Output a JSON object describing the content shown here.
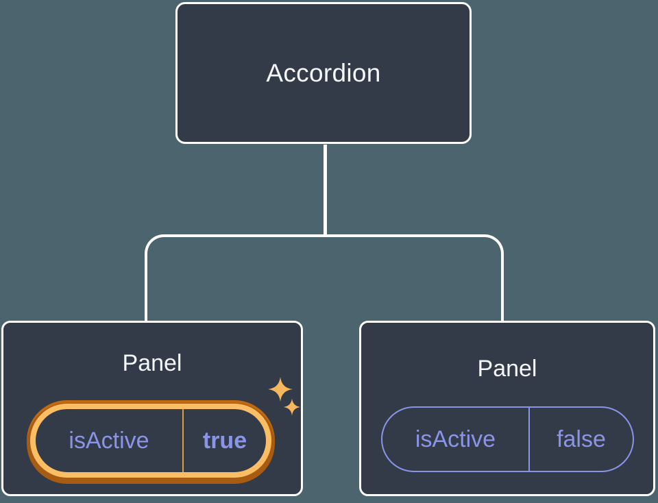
{
  "tree": {
    "root": {
      "label": "Accordion"
    },
    "panels": [
      {
        "label": "Panel",
        "prop": {
          "name": "isActive",
          "value": "true"
        },
        "highlighted": true
      },
      {
        "label": "Panel",
        "prop": {
          "name": "isActive",
          "value": "false"
        },
        "highlighted": false
      }
    ]
  },
  "icons": {
    "sparkle": "✦"
  },
  "colors": {
    "background": "#4c646e",
    "node_fill": "#343b48",
    "node_border": "#ffffff",
    "node_text": "#f4f6f8",
    "connector": "#ffffff",
    "state_text": "#8a95e8",
    "state_border": "#8a95e8",
    "highlight_ring_light": "#fbbe64",
    "highlight_ring_dark": "#c3690e",
    "highlight_divider": "#dd9c44",
    "sparkle": "#f7b75d"
  }
}
